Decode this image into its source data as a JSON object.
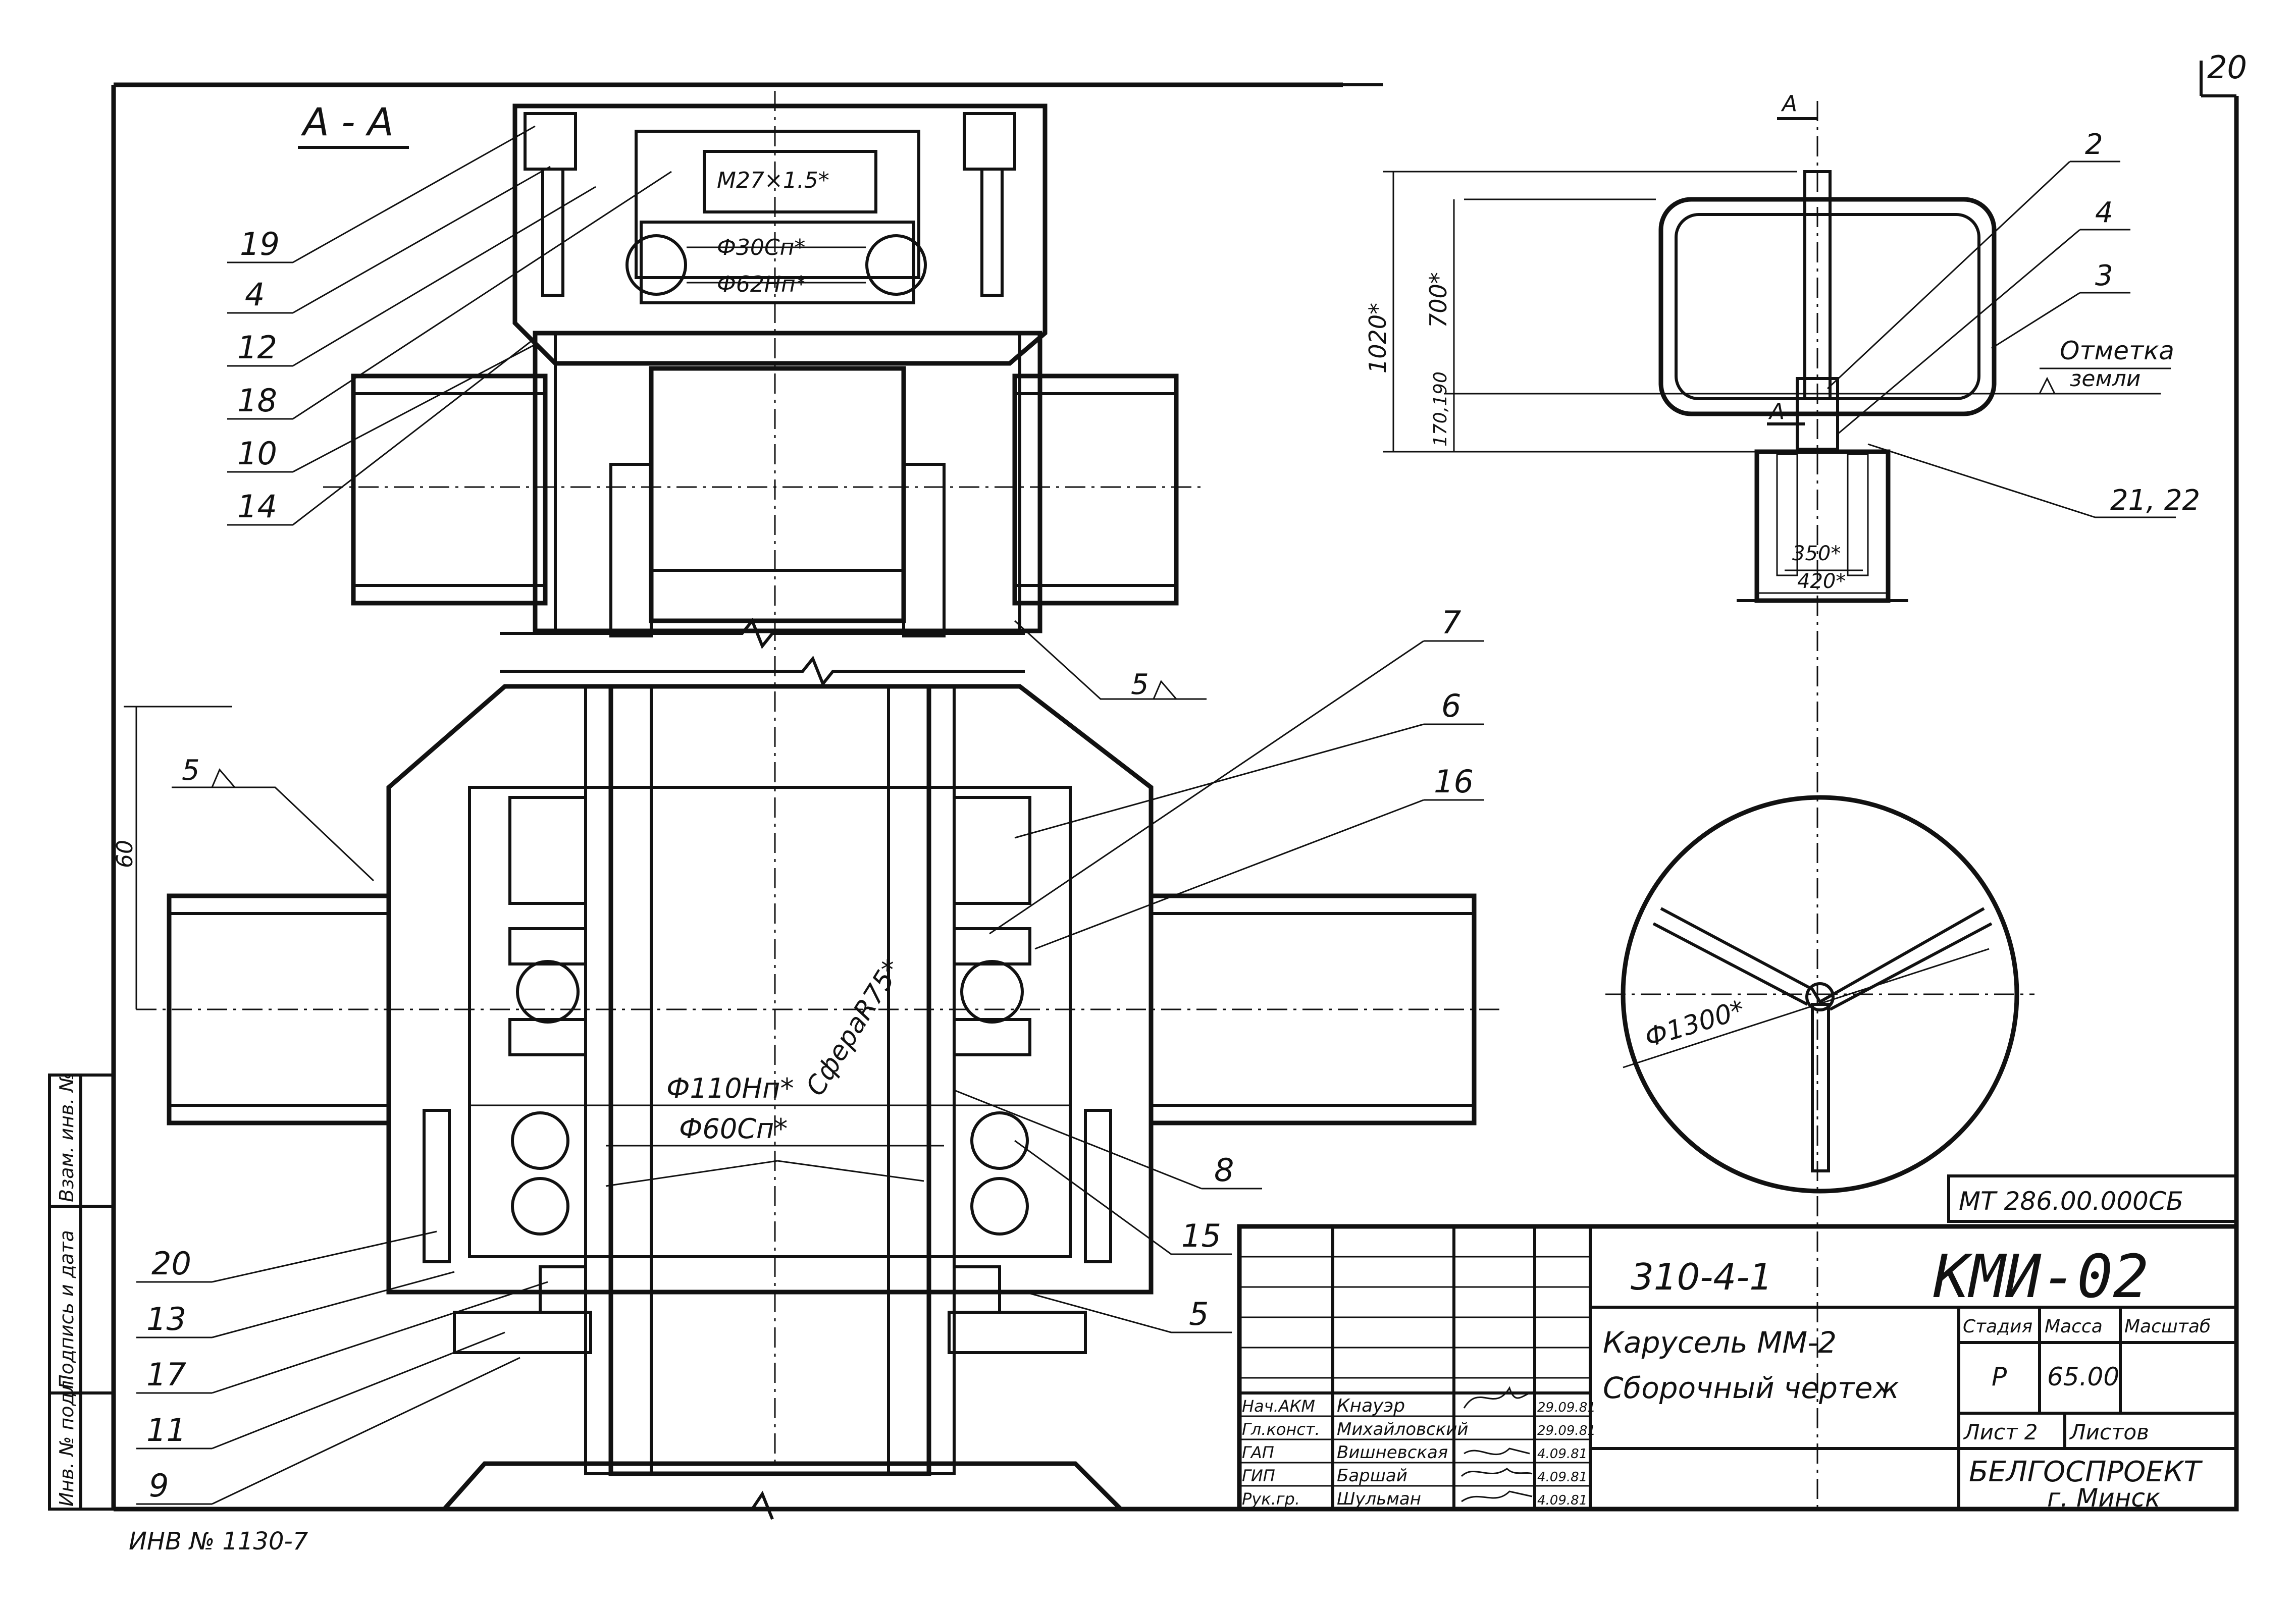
{
  "page_number": "20",
  "section_title": "А - А",
  "view_mark": "А",
  "inv_note": "ИНВ № 1130-7",
  "dims": {
    "thread": "М27×1.5*",
    "d30": "Ф30Сп*",
    "d62": "Ф62Нп*",
    "d110": "Ф110Нп*",
    "d60": "Ф60Сп*",
    "sphere": "СфераR75*",
    "h60": "60",
    "h1020": "1020*",
    "h700": "700*",
    "h170": "170,190",
    "w350": "350*",
    "w420": "420*",
    "d1300": "Ф1300*"
  },
  "ground_mark": [
    "Отметка",
    "земли"
  ],
  "weld_mark": "5",
  "callouts_left": [
    "19",
    "4",
    "12",
    "18",
    "10",
    "14",
    "20",
    "13",
    "17",
    "11",
    "9"
  ],
  "callouts_right": [
    "7",
    "6",
    "16",
    "8",
    "15",
    "5"
  ],
  "callouts_top_view": [
    "2",
    "4",
    "3",
    "21, 22"
  ],
  "doc_code": "МТ 286.00.000СБ",
  "title_block": {
    "series": "310-4-1",
    "sheet_code": "КМИ-02",
    "name_line1": "Карусель ММ-2",
    "name_line2": "Сборочный чертеж",
    "col_stage": "Стадия",
    "col_mass": "Масса",
    "col_scale": "Масштаб",
    "stage": "Р",
    "mass": "65.00",
    "sheet_label": "Лист 2",
    "sheets_label": "Листов",
    "org": "БЕЛГОСПРОЕКТ",
    "city": "г. Минск",
    "roles": [
      {
        "role": "Нач.АКМ",
        "name": "Кнауэр",
        "date": "29.09.81"
      },
      {
        "role": "Гл.конст.",
        "name": "Михайловский",
        "date": "29.09.81"
      },
      {
        "role": "ГАП",
        "name": "Вишневская",
        "date": "4.09.81"
      },
      {
        "role": "ГИП",
        "name": "Баршай",
        "date": "4.09.81"
      },
      {
        "role": "Рук.гр.",
        "name": "Шульман",
        "date": "4.09.81"
      }
    ]
  },
  "side_stamp": [
    "Инв. № подл.",
    "Подпись и дата",
    "Взам. инв. №"
  ]
}
